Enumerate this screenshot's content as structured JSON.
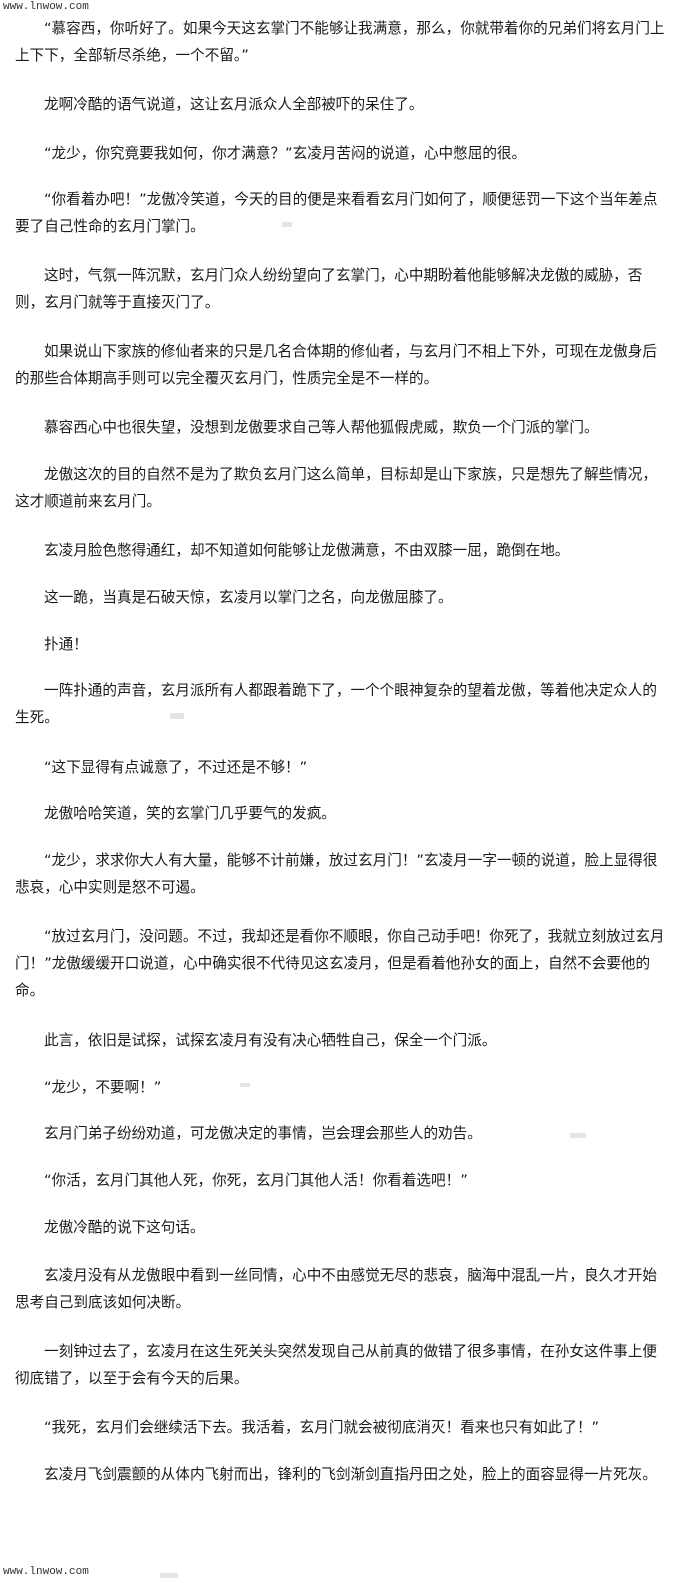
{
  "header": {
    "site": "www.lnwow.com"
  },
  "footer": {
    "site": "www.lnwow.com"
  },
  "paragraphs": [
    "“慕容西，你听好了。如果今天这玄掌门不能够让我满意，那么，你就带着你的兄弟们将玄月门上上下下，全部斩尽杀绝，一个不留。”",
    "龙啊冷酷的语气说道，这让玄月派众人全部被吓的呆住了。",
    "“龙少，你究竟要我如何，你才满意？”玄凌月苦闷的说道，心中憋屈的很。",
    "“你看着办吧！”龙傲冷笑道，今天的目的便是来看看玄月门如何了，顺便惩罚一下这个当年差点要了自己性命的玄月门掌门。",
    "这时，气氛一阵沉默，玄月门众人纷纷望向了玄掌门，心中期盼着他能够解决龙傲的威胁，否则，玄月门就等于直接灭门了。",
    "如果说山下家族的修仙者来的只是几名合体期的修仙者，与玄月门不相上下外，可现在龙傲身后的那些合体期高手则可以完全覆灭玄月门，性质完全是不一样的。",
    "慕容西心中也很失望，没想到龙傲要求自己等人帮他狐假虎威，欺负一个门派的掌门。",
    "龙傲这次的目的自然不是为了欺负玄月门这么简单，目标却是山下家族，只是想先了解些情况，这才顺道前来玄月门。",
    "玄凌月脸色憋得通红，却不知道如何能够让龙傲满意，不由双膝一屈，跪倒在地。",
    "这一跪，当真是石破天惊，玄凌月以掌门之名，向龙傲屈膝了。",
    "扑通！",
    "一阵扑通的声音，玄月派所有人都跟着跪下了，一个个眼神复杂的望着龙傲，等着他决定众人的生死。",
    "“这下显得有点诚意了，不过还是不够！”",
    "龙傲哈哈笑道，笑的玄掌门几乎要气的发疯。",
    "“龙少，求求你大人有大量，能够不计前嫌，放过玄月门！”玄凌月一字一顿的说道，脸上显得很悲哀，心中实则是怒不可遏。",
    "“放过玄月门，没问题。不过，我却还是看你不顺眼，你自己动手吧！你死了，我就立刻放过玄月门！”龙傲缓缓开口说道，心中确实很不代待见这玄凌月，但是看着他孙女的面上，自然不会要他的命。",
    "此言，依旧是试探，试探玄凌月有没有决心牺牲自己，保全一个门派。",
    "“龙少，不要啊！”",
    "玄月门弟子纷纷劝道，可龙傲决定的事情，岂会理会那些人的劝告。",
    "“你活，玄月门其他人死，你死，玄月门其他人活！你看着选吧！”",
    "龙傲冷酷的说下这句话。",
    "玄凌月没有从龙傲眼中看到一丝同情，心中不由感觉无尽的悲哀，脑海中混乱一片，良久才开始思考自己到底该如何决断。",
    "一刻钟过去了，玄凌月在这生死关头突然发现自己从前真的做错了很多事情，在孙女这件事上便彻底错了，以至于会有今天的后果。",
    "“我死，玄月们会继续活下去。我活着，玄月门就会被彻底消灭！看来也只有如此了！”",
    "玄凌月飞剑震颤的从体内飞射而出，锋利的飞剑渐剑直指丹田之处，脸上的面容显得一片死灰。"
  ]
}
